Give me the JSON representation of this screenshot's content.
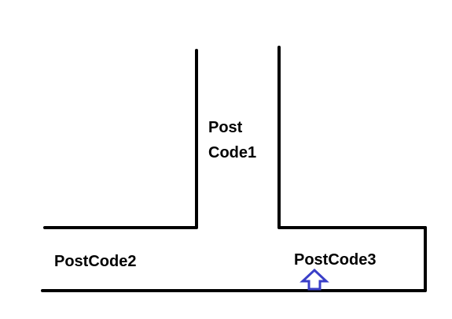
{
  "labels": {
    "postcode1_line1": "Post",
    "postcode1_line2": "Code1",
    "postcode2": "PostCode2",
    "postcode3": "PostCode3"
  },
  "colors": {
    "road": "#000000",
    "arrow": "#3a3fc8",
    "background": "#ffffff"
  },
  "icons": {
    "marker": "up-arrow-icon"
  }
}
